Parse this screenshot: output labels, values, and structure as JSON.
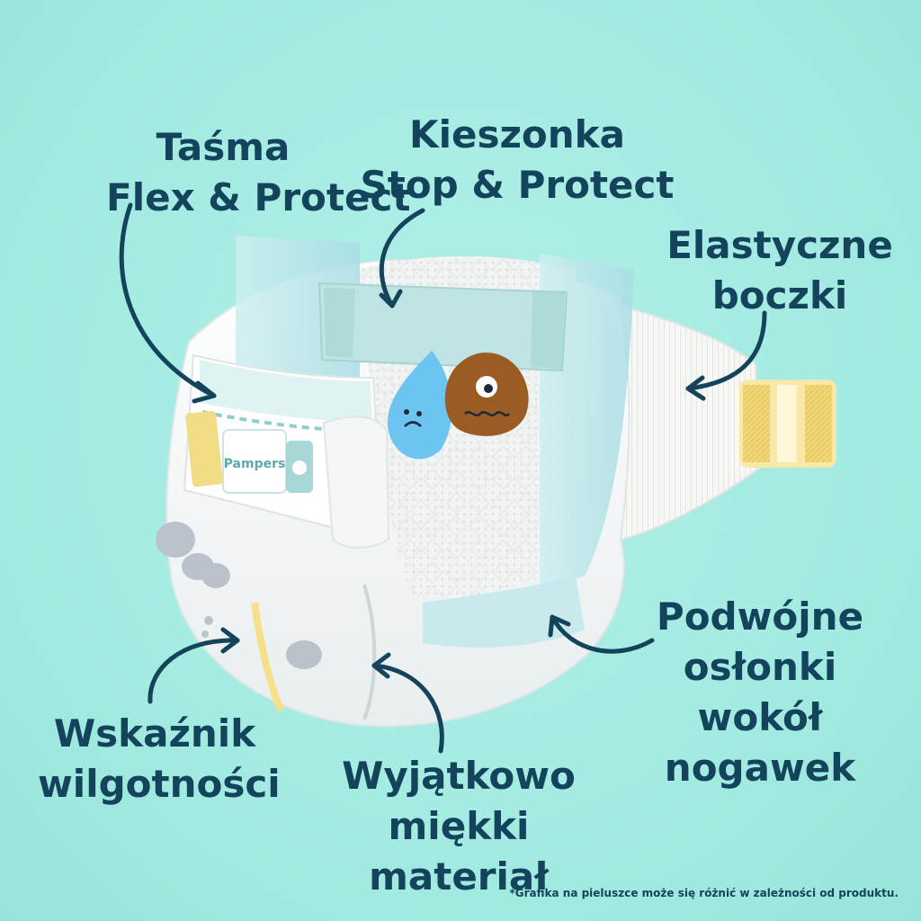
{
  "labels": {
    "tasma": [
      "Taśma",
      "Flex & Protect"
    ],
    "kieszonka": [
      "Kieszonka",
      "Stop & Protect"
    ],
    "elastyczne": [
      "Elastyczne",
      "boczki"
    ],
    "podwojne": [
      "Podwójne",
      "osłonki",
      "wokół",
      "nogawek"
    ],
    "wskaznik": [
      "Wskaźnik",
      "wilgotności"
    ],
    "wyjatkowo": [
      "Wyjątkowo",
      "miękki",
      "materiał"
    ]
  },
  "brand_logo": "Pampers",
  "footnote": "*Grafika na pieluszce może się różnić w zależności od produktu.",
  "colors": {
    "background": "#a4ece4",
    "text": "#14435c",
    "diaper": "#ffffff",
    "pocket": "#bfe9ea",
    "tab_yellow": "#f6e08c",
    "pee_drop": "#6cc4f0",
    "poo_drop": "#9a5c22"
  },
  "icons": [
    "elephant-print-icon",
    "pee-drop-character-icon",
    "poo-drop-character-icon",
    "pampers-logo-icon"
  ]
}
